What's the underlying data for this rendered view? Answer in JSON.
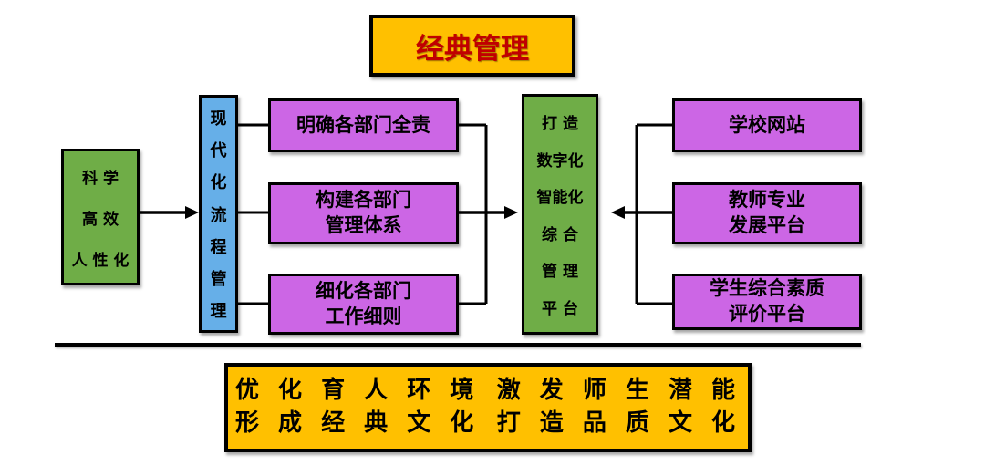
{
  "colors": {
    "orange": "#FFC000",
    "green": "#6FAD47",
    "blue": "#66AFE8",
    "purple": "#CC66E5",
    "title-red": "#C00000",
    "line": "#000000"
  },
  "title": "经典管理",
  "left_node": {
    "lines": [
      "科 学",
      "高 效",
      "人 性 化"
    ]
  },
  "process_node": {
    "chars": [
      "现",
      "代",
      "化",
      "流",
      "程",
      "管",
      "理"
    ]
  },
  "left_branches": [
    {
      "lines": [
        "明确各部门全责"
      ]
    },
    {
      "lines": [
        "构建各部门",
        "管理体系"
      ]
    },
    {
      "lines": [
        "细化各部门",
        "工作细则"
      ]
    }
  ],
  "center_node": {
    "lines": [
      "打 造",
      "数字化",
      "智能化",
      "综 合",
      "管 理",
      "平 台"
    ]
  },
  "right_branches": [
    {
      "lines": [
        "学校网站"
      ]
    },
    {
      "lines": [
        "教师专业",
        "发展平台"
      ]
    },
    {
      "lines": [
        "学生综合素质",
        "评价平台"
      ]
    }
  ],
  "footer": {
    "columns": [
      {
        "lines": [
          "优 化 育 人 环 境",
          "形 成 经 典 文 化"
        ]
      },
      {
        "lines": [
          "激 发 师 生 潜 能",
          "打 造 品 质 文 化"
        ]
      }
    ]
  }
}
